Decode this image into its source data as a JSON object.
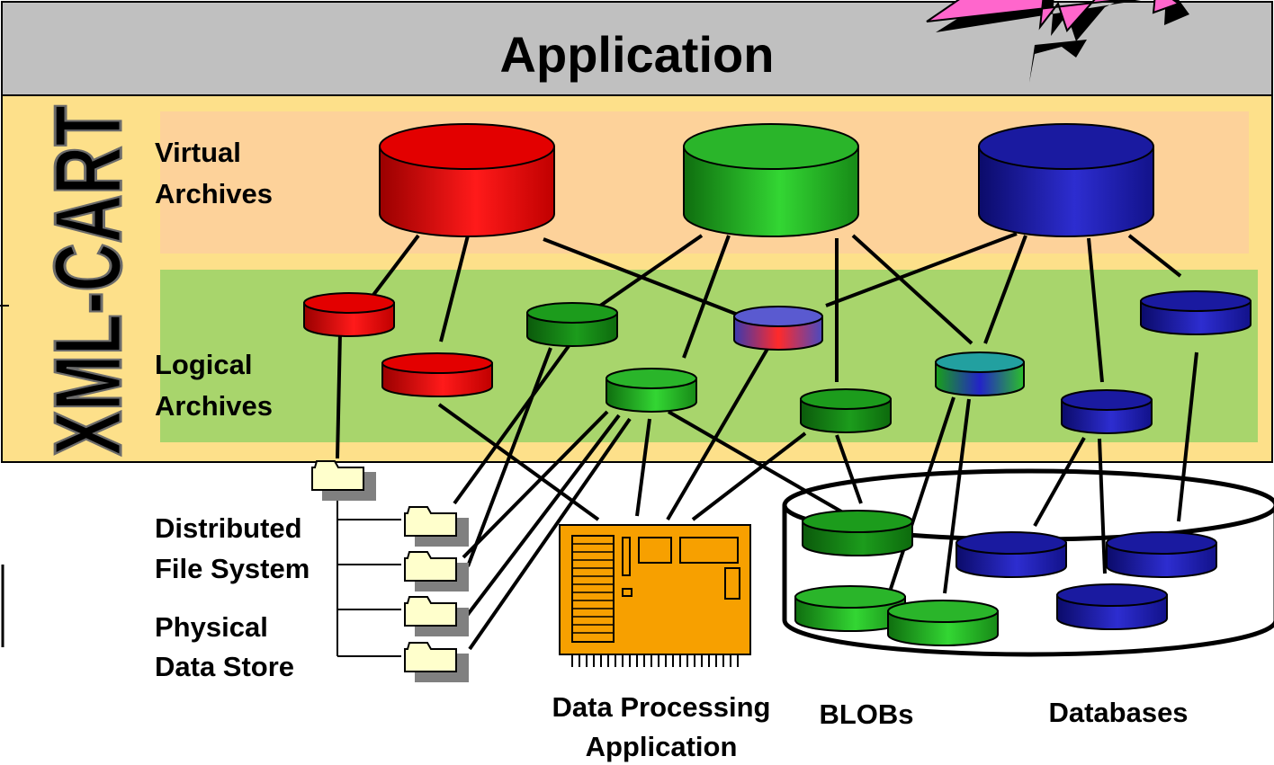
{
  "header": {
    "title": "Application"
  },
  "brand": {
    "vertical_logo": "XML-CART"
  },
  "layers": {
    "virtual": [
      "Virtual",
      "Archives"
    ],
    "logical": [
      "Logical",
      "Archives"
    ]
  },
  "storage_labels": {
    "dfs": [
      "Distributed",
      "File System"
    ],
    "physical": [
      "Physical",
      "Data Store"
    ]
  },
  "bottom_labels": {
    "processing": [
      "Data Processing",
      "Application"
    ],
    "blobs": "BLOBs",
    "databases": "Databases"
  },
  "colors": {
    "header_bg": "#c0c0c0",
    "virtual_band": "#fde08a",
    "logical_band": "#a8d56c",
    "red": "#e30000",
    "green": "#2ab52a",
    "blue": "#1a1aa0",
    "chip": "#f7a000",
    "burst": "#ff66cc"
  }
}
